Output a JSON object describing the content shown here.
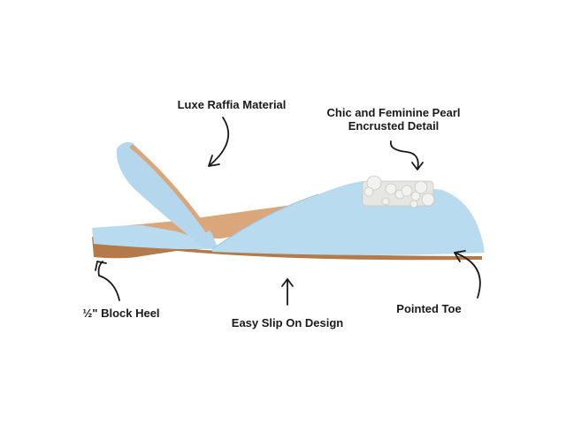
{
  "callouts": {
    "material": "Luxe Raffia Material",
    "pearl_line1": "Chic and Feminine Pearl",
    "pearl_line2": "Encrusted Detail",
    "heel": "½\" Block Heel",
    "design": "Easy Slip On Design",
    "toe": "Pointed Toe"
  },
  "colors": {
    "upper": "#b9dbf0",
    "sole": "#b57a4a",
    "lining": "#d9a77a",
    "pearl": "#f2f2f0"
  }
}
